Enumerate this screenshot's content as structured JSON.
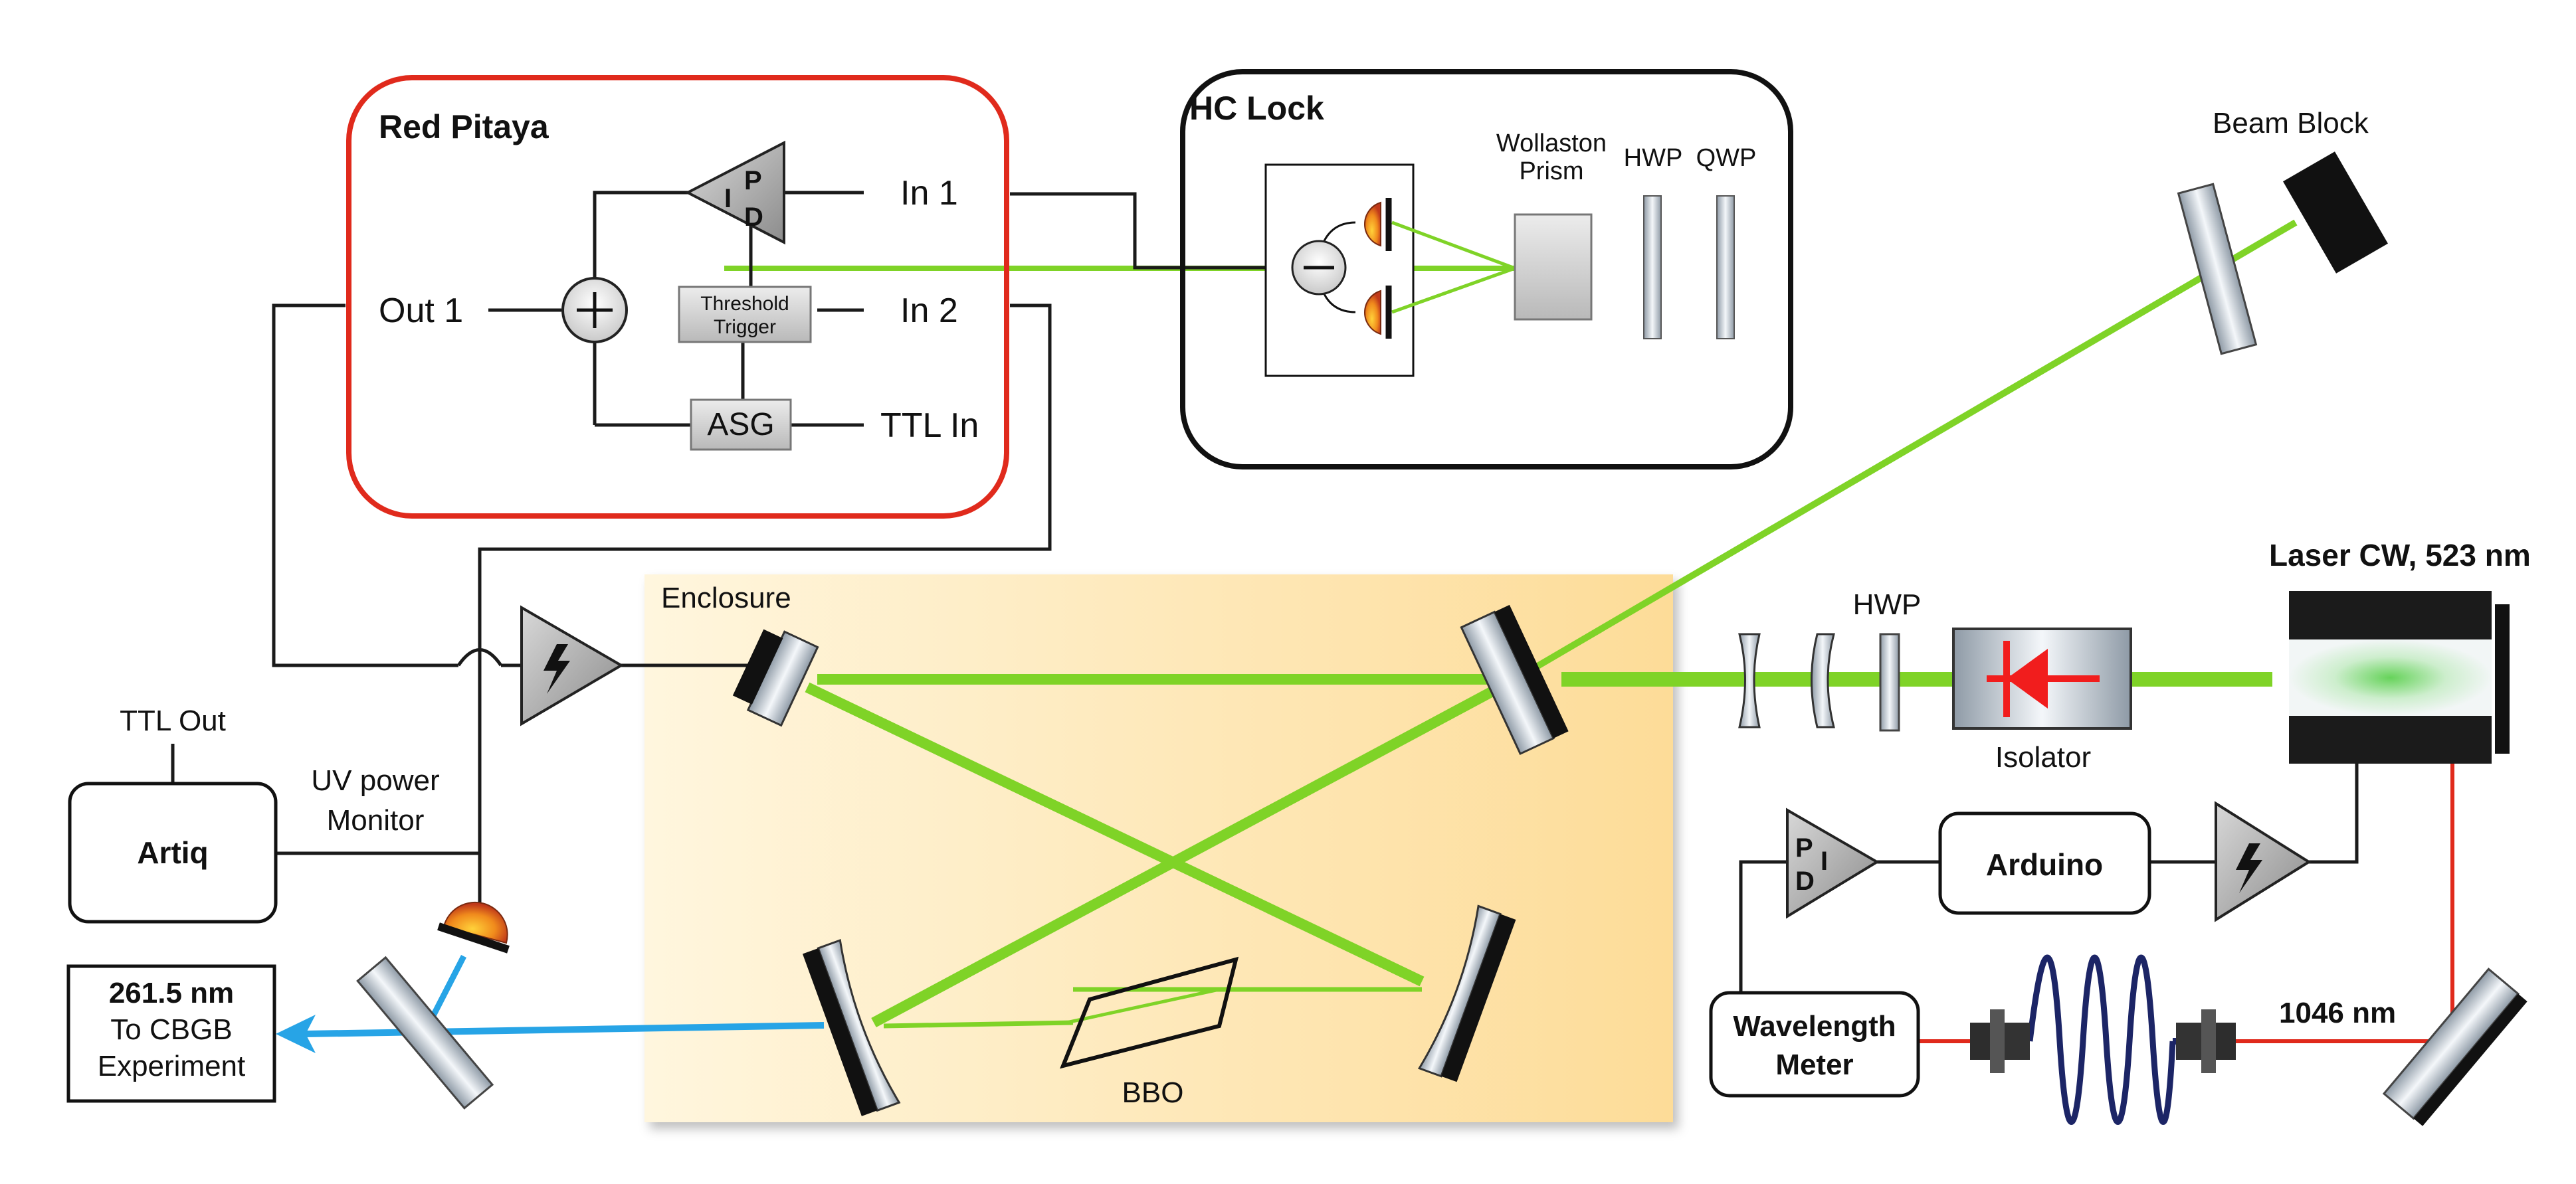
{
  "labels": {
    "red_pitaya": "Red Pitaya",
    "hc_lock": "HC Lock",
    "beam_block": "Beam Block",
    "wollaston_line1": "Wollaston",
    "wollaston_line2": "Prism",
    "hwp": "HWP",
    "qwp": "QWP",
    "in1": "In 1",
    "in2": "In 2",
    "ttl_in": "TTL In",
    "out1": "Out 1",
    "pid_p": "P",
    "pid_i": "I",
    "pid_d": "D",
    "threshold_line1": "Threshold",
    "threshold_line2": "Trigger",
    "asg": "ASG",
    "laser": "Laser CW, 523 nm",
    "enclosure": "Enclosure",
    "hwp_main": "HWP",
    "isolator": "Isolator",
    "ttl_out": "TTL Out",
    "uv_line1": "UV power",
    "uv_line2": "Monitor",
    "artiq": "Artiq",
    "out_line1": "261.5 nm",
    "out_line2": "To CBGB",
    "out_line3": "Experiment",
    "bbo": "BBO",
    "arduino": "Arduino",
    "pdi_p": "P",
    "pdi_d": "D",
    "pdi_i": "I",
    "wm_line1": "Wavelength",
    "wm_line2": "Meter",
    "nm1046": "1046 nm"
  },
  "colors": {
    "green_beam": "#7fd327",
    "red_pitaya_border": "#e02a1c",
    "ir_beam": "#e02a1c",
    "uv_beam": "#27a4e6",
    "enclosure_fill": "#fde2a6",
    "fiber": "#1c2566"
  }
}
